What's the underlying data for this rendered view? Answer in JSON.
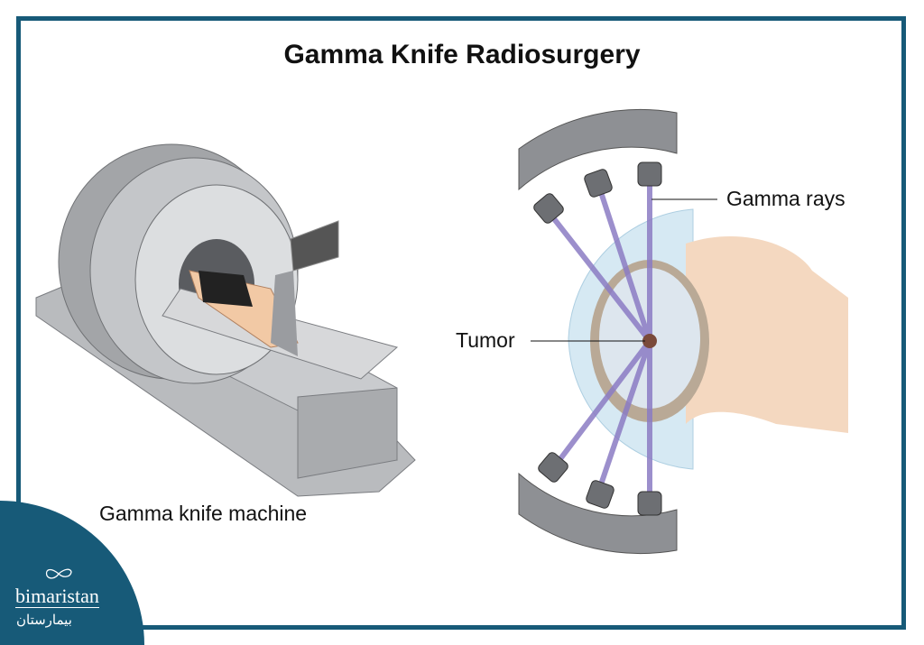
{
  "title": "Gamma Knife Radiosurgery",
  "labels": {
    "machine": "Gamma knife machine",
    "tumor": "Tumor",
    "gamma_rays": "Gamma rays"
  },
  "logo": {
    "name": "bimaristan",
    "arabic": "بيمارستان"
  },
  "colors": {
    "frame": "#175a78",
    "ray": "#8b7cc4",
    "shield": "#cfe6f2"
  }
}
